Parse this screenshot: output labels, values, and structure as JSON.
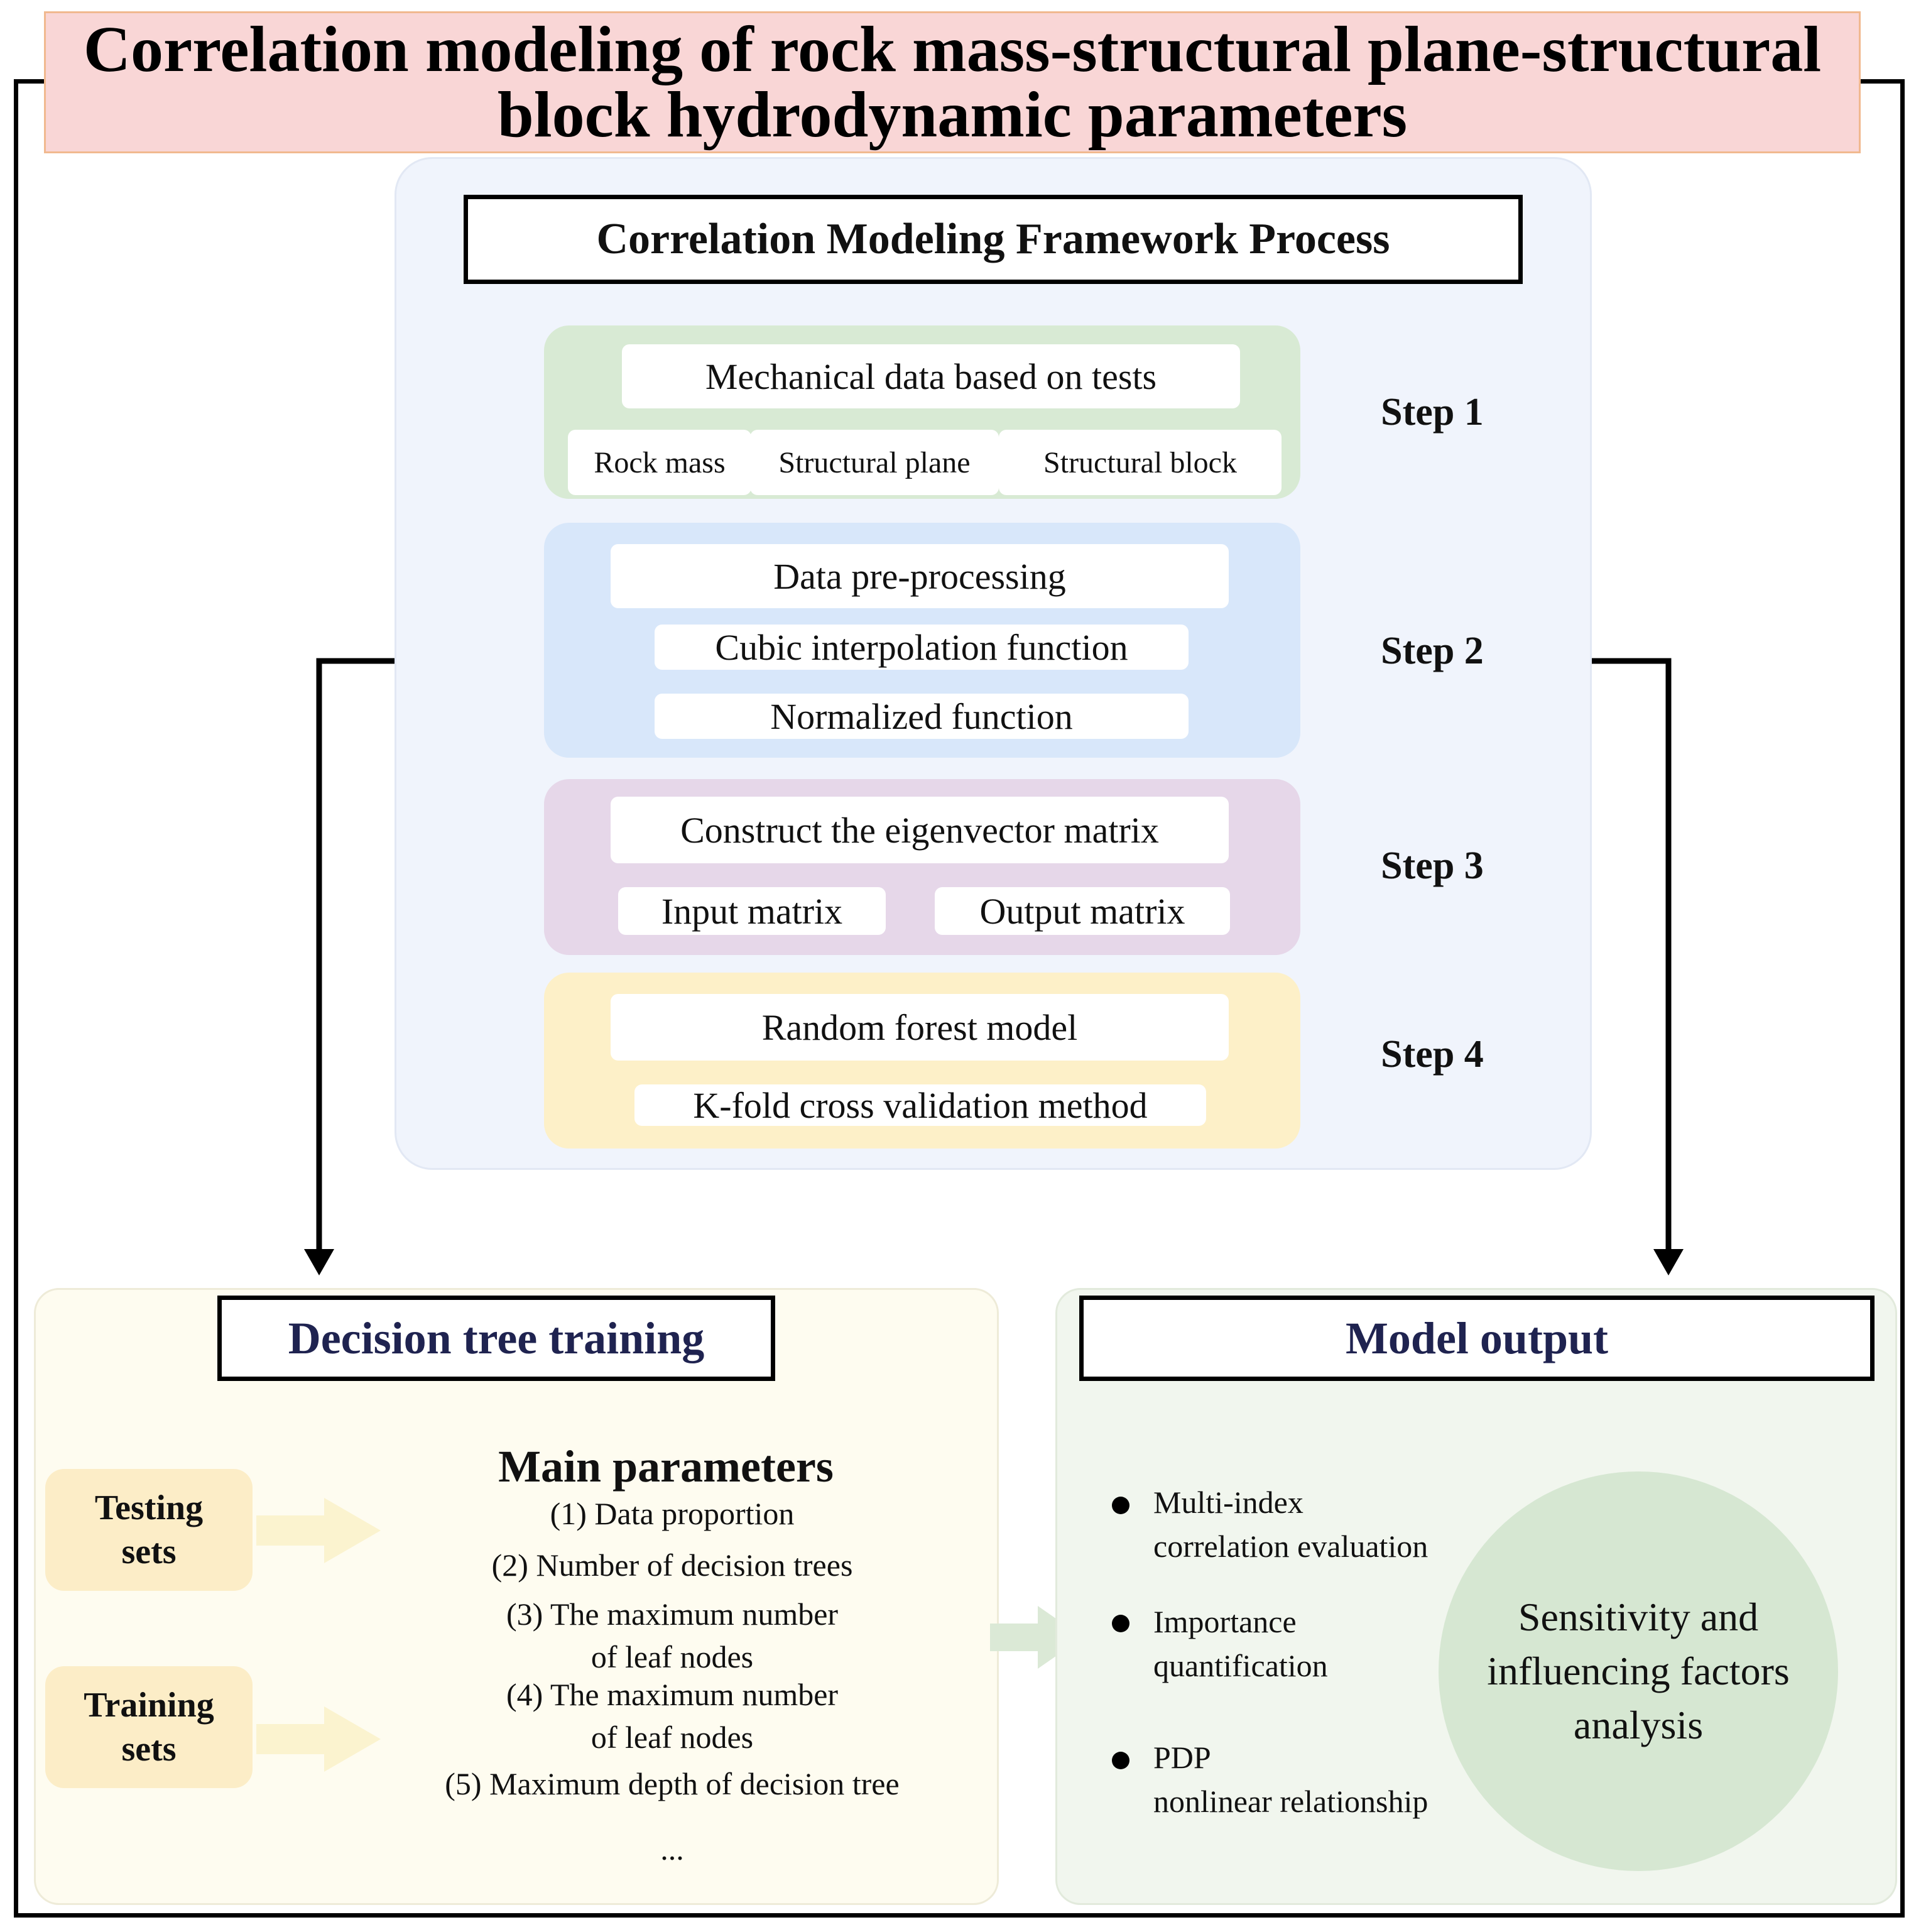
{
  "title": "Correlation modeling of rock mass-structural plane-structural block hydrodynamic parameters",
  "framework": {
    "title": "Correlation Modeling Framework Process",
    "step1": {
      "label": "Step 1",
      "heading": "Mechanical data based on tests",
      "items": [
        "Rock mass",
        "Structural plane",
        "Structural block"
      ]
    },
    "step2": {
      "label": "Step 2",
      "heading": "Data pre-processing",
      "items": [
        "Cubic interpolation  function",
        "Normalized function"
      ]
    },
    "step3": {
      "label": "Step 3",
      "heading": "Construct the eigenvector matrix",
      "items": [
        "Input matrix",
        "Output matrix"
      ]
    },
    "step4": {
      "label": "Step 4",
      "heading": "Random forest model",
      "items": [
        "K-fold cross validation method"
      ]
    }
  },
  "training": {
    "title": "Decision tree training",
    "sets": [
      "Testing sets",
      "Training sets"
    ],
    "params_heading": "Main parameters",
    "params": [
      "(1) Data proportion",
      "(2) Number  of  decision  trees",
      "(3)  The maximum   number   of leaf  nodes",
      "(4)  The maximum   number   of leaf  nodes",
      "(5) Maximum  depth of decision  tree",
      "..."
    ]
  },
  "output": {
    "title": "Model output",
    "bullets": [
      {
        "line1": "Multi-index",
        "line2": "correlation  evaluation"
      },
      {
        "line1": "Importance",
        "line2": "quantification"
      },
      {
        "line1": "PDP",
        "line2": "nonlinear  relationship"
      }
    ],
    "circle_text": "Sensitivity and influencing factors analysis"
  },
  "colors": {
    "title_bg": "#f9d6d6",
    "step1": "#d8ead4",
    "step2": "#d8e7fa",
    "step3": "#e6d7e9",
    "step4": "#fdf0c8",
    "set_box": "#fcedc7",
    "circle": "#d6e7d2",
    "panel_title_text": "#1f2350"
  }
}
